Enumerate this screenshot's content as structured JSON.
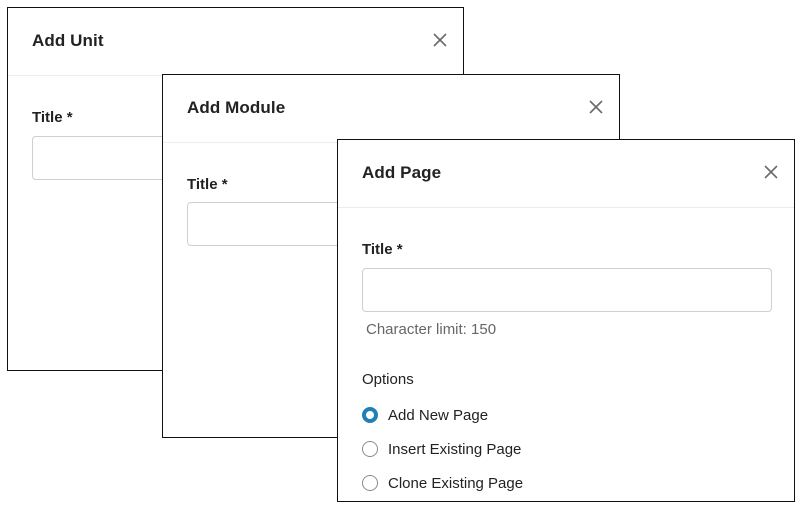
{
  "dialogs": {
    "unit": {
      "title": "Add Unit",
      "title_field_label": "Title *",
      "title_value": "",
      "close_icon": "close-icon"
    },
    "module": {
      "title": "Add Module",
      "title_field_label": "Title *",
      "title_value": "",
      "close_icon": "close-icon"
    },
    "page": {
      "title": "Add Page",
      "title_field_label": "Title *",
      "title_value": "",
      "helper_text": "Character limit: 150",
      "options_label": "Options",
      "options": [
        {
          "label": "Add New Page",
          "checked": true
        },
        {
          "label": "Insert Existing Page",
          "checked": false
        },
        {
          "label": "Clone Existing Page",
          "checked": false
        }
      ],
      "close_icon": "close-icon"
    }
  },
  "colors": {
    "radio_selected": "#1f7fb6",
    "border": "#111111",
    "divider": "#ececec",
    "helper_text": "#666666"
  }
}
